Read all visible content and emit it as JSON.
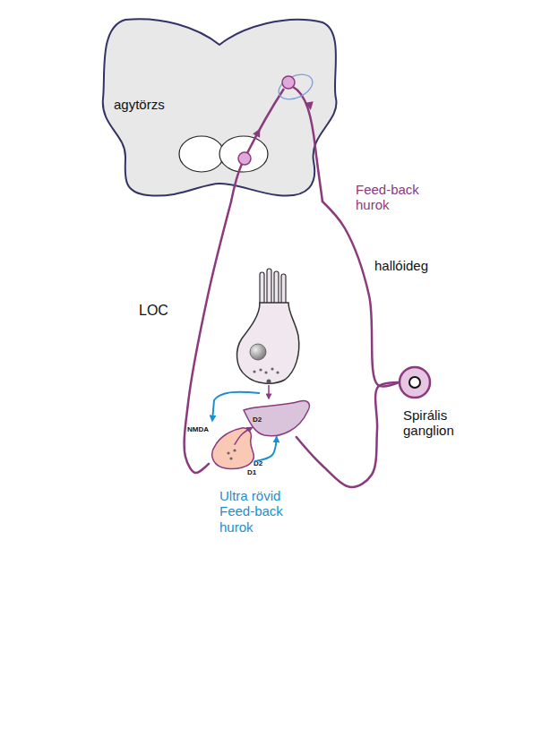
{
  "diagram": {
    "nodes": [
      {
        "text": [
          "agytörzs"
        ]
      },
      {
        "text": [
          "Spirális ganglion"
        ]
      },
      {
        "text": [
          "D2"
        ]
      },
      {
        "text": [
          "NMDA",
          "D2",
          "D1"
        ]
      }
    ],
    "edges": [
      {
        "from": 0,
        "to": 3,
        "arrow": "none"
      },
      {
        "from": 1,
        "to": 0,
        "arrow": "none"
      },
      {
        "from": 2,
        "to": 1,
        "arrow": "none"
      },
      {
        "from": 3,
        "to": 2,
        "arrow": "to"
      },
      {
        "from": 3,
        "to": 2,
        "arrow": "to"
      }
    ],
    "labels": [
      "Feed-back hurok",
      "hallóideg",
      "LOC",
      "Ultra rövid Feed-back hurok"
    ]
  }
}
